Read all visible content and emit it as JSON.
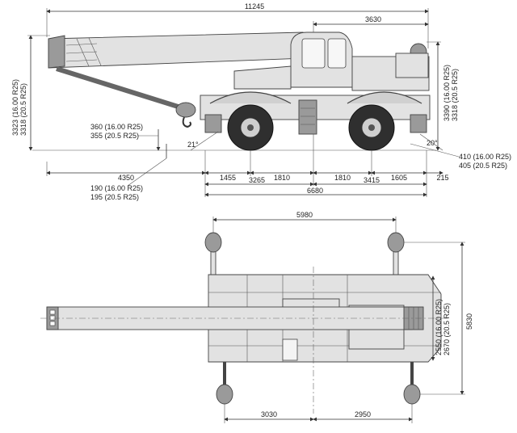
{
  "side_view": {
    "overall_length": "11245",
    "front_overhang_top": "3630",
    "height_left_16": "3323 (16.00 R25)",
    "height_left_205": "3318 (20.5 R25)",
    "height_right_16": "3390 (16.00 R25)",
    "height_right_205": "3318 (20.5 R25)",
    "clearance_a_16": "360 (16.00 R25)",
    "clearance_a_205": "355 (20.5 R25)",
    "clearance_b_16": "190 (16.00 R25)",
    "clearance_b_205": "195 (20.5 R25)",
    "clearance_c_16": "410 (16.00 R25)",
    "clearance_c_205": "405 (20.5 R25)",
    "angle_rear": "21°",
    "angle_front": "20°",
    "dim_4350": "4350",
    "dim_1455": "1455",
    "dim_1810a": "1810",
    "dim_1810b": "1810",
    "dim_1605": "1605",
    "dim_215": "215",
    "dim_3265": "3265",
    "dim_3415": "3415",
    "dim_6680": "6680"
  },
  "top_view": {
    "outrigger_span": "5980",
    "width_total": "5830",
    "width_16": "2550 (16.00 R25)",
    "width_205": "2670 (20.5 R25)",
    "dim_3030": "3030",
    "dim_2950": "2950"
  }
}
